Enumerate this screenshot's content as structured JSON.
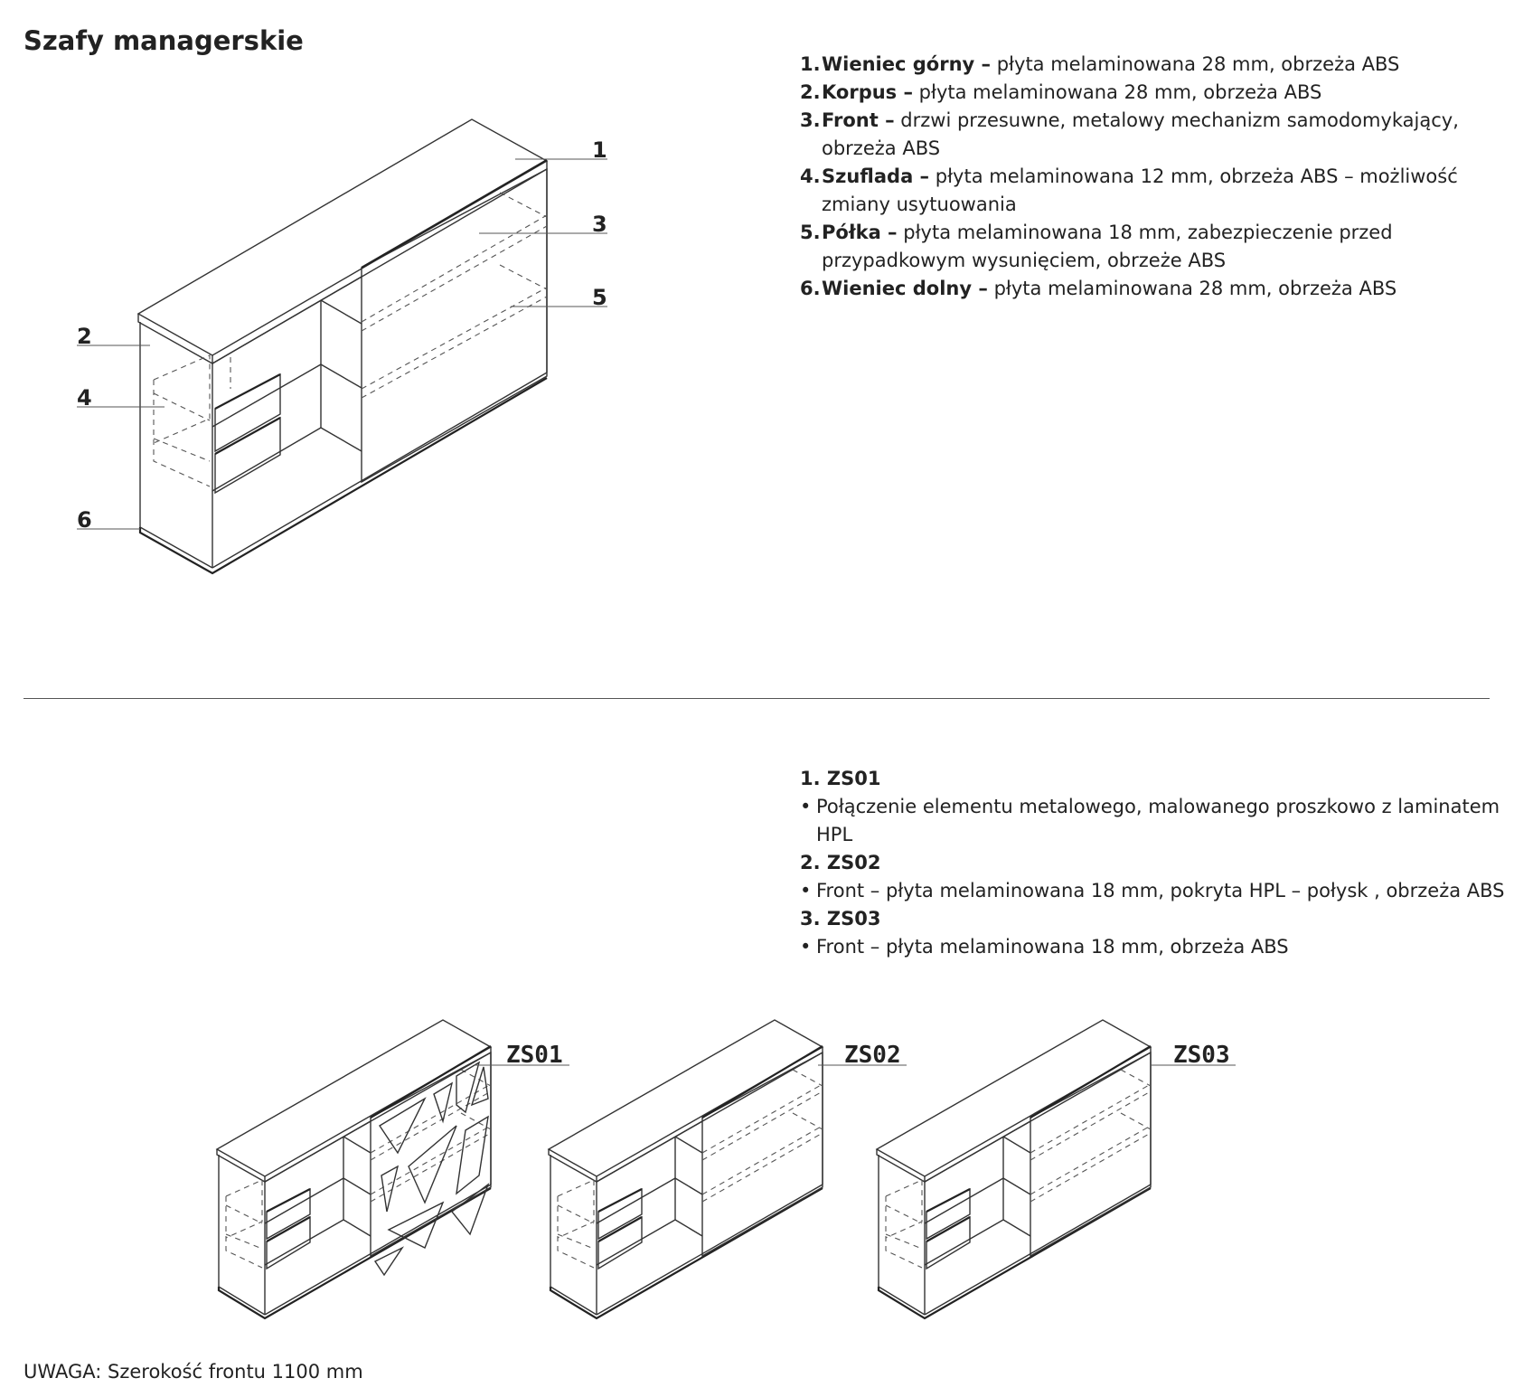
{
  "title": "Szafy managerskie",
  "specs": [
    {
      "num": "1.",
      "name": "Wieniec górny –",
      "desc": "płyta melaminowana 28 mm, obrzeża ABS"
    },
    {
      "num": "2.",
      "name": "Korpus –",
      "desc": "płyta melaminowana 28 mm, obrzeża ABS"
    },
    {
      "num": "3.",
      "name": "Front –",
      "desc": "drzwi przesuwne, metalowy mechanizm samodomykający, obrzeża ABS"
    },
    {
      "num": "4.",
      "name": "Szuflada –",
      "desc": "płyta melaminowana 12 mm, obrzeża ABS – możliwość zmiany usytuowania"
    },
    {
      "num": "5.",
      "name": "Półka –",
      "desc": "płyta melaminowana 18 mm, zabezpieczenie przed przypadkowym wysunięciem, obrzeże ABS"
    },
    {
      "num": "6.",
      "name": "Wieniec dolny –",
      "desc": "płyta melaminowana 28 mm, obrzeża ABS"
    }
  ],
  "callouts": [
    "1",
    "2",
    "3",
    "4",
    "5",
    "6"
  ],
  "variants": [
    {
      "heading": "1. ZS01",
      "bullet": "•",
      "desc": "Połączenie elementu metalowego, malowanego proszkowo z laminatem HPL"
    },
    {
      "heading": "2. ZS02",
      "bullet": "•",
      "desc": "Front – płyta melaminowana 18 mm, pokryta HPL – połysk , obrzeża ABS"
    },
    {
      "heading": "3. ZS03",
      "bullet": "•",
      "desc": "Front – płyta melaminowana 18 mm, obrzeża ABS"
    }
  ],
  "variant_labels": [
    "ZS01",
    "ZS02",
    "ZS03"
  ],
  "note": "UWAGA: Szerokość frontu 1100 mm"
}
